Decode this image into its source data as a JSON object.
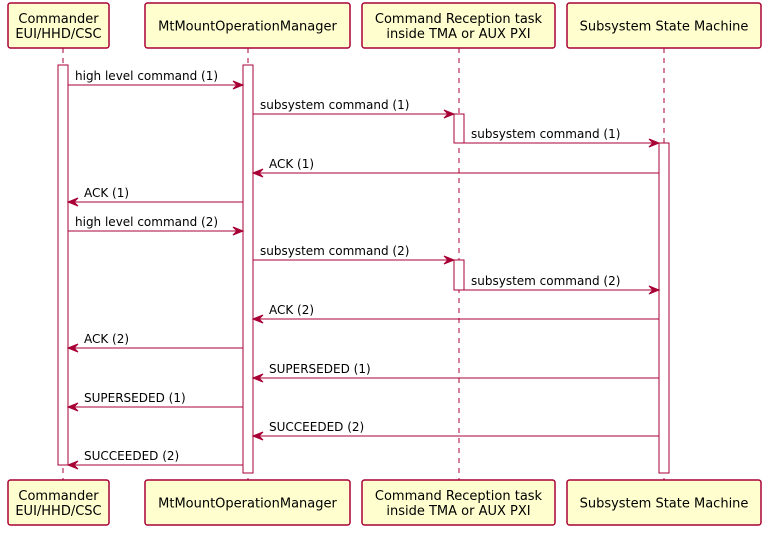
{
  "diagram": {
    "participants": [
      {
        "id": "commander",
        "lines": [
          "Commander",
          "EUI/HHD/CSC"
        ]
      },
      {
        "id": "manager",
        "lines": [
          "MtMountOperationManager"
        ]
      },
      {
        "id": "reception",
        "lines": [
          "Command Reception task",
          "inside TMA or AUX PXI"
        ]
      },
      {
        "id": "statemachine",
        "lines": [
          "Subsystem State Machine"
        ]
      }
    ],
    "messages": [
      {
        "from": "commander",
        "to": "manager",
        "text": "high level command (1)"
      },
      {
        "from": "manager",
        "to": "reception",
        "text": "subsystem command (1)"
      },
      {
        "from": "reception",
        "to": "statemachine",
        "text": "subsystem command (1)"
      },
      {
        "from": "statemachine",
        "to": "manager",
        "text": "ACK (1)"
      },
      {
        "from": "manager",
        "to": "commander",
        "text": "ACK (1)"
      },
      {
        "from": "commander",
        "to": "manager",
        "text": "high level command (2)"
      },
      {
        "from": "manager",
        "to": "reception",
        "text": "subsystem command (2)"
      },
      {
        "from": "reception",
        "to": "statemachine",
        "text": "subsystem command (2)"
      },
      {
        "from": "statemachine",
        "to": "manager",
        "text": "ACK (2)"
      },
      {
        "from": "manager",
        "to": "commander",
        "text": "ACK (2)"
      },
      {
        "from": "statemachine",
        "to": "manager",
        "text": "SUPERSEDED (1)"
      },
      {
        "from": "manager",
        "to": "commander",
        "text": "SUPERSEDED (1)"
      },
      {
        "from": "statemachine",
        "to": "manager",
        "text": "SUCCEEDED (2)"
      },
      {
        "from": "manager",
        "to": "commander",
        "text": "SUCCEEDED (2)"
      }
    ]
  },
  "colors": {
    "participant_fill": "#FEFECE",
    "line": "#A80036",
    "activation_fill": "#FFFFFF",
    "text": "#000000"
  }
}
